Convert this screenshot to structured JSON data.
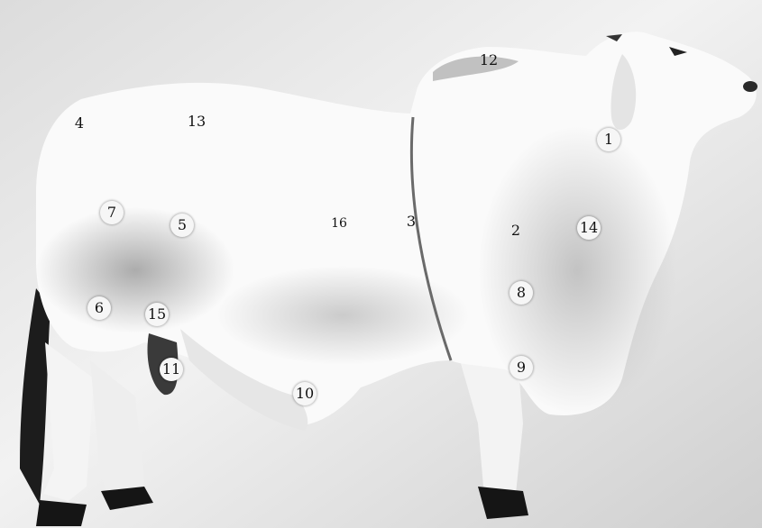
{
  "markers": [
    {
      "label": "1",
      "circled": true
    },
    {
      "label": "2",
      "circled": false
    },
    {
      "label": "3",
      "circled": false
    },
    {
      "label": "4",
      "circled": false
    },
    {
      "label": "5",
      "circled": true
    },
    {
      "label": "6",
      "circled": true
    },
    {
      "label": "7",
      "circled": true
    },
    {
      "label": "8",
      "circled": true
    },
    {
      "label": "9",
      "circled": true
    },
    {
      "label": "10",
      "circled": true
    },
    {
      "label": "11",
      "circled": true
    },
    {
      "label": "12",
      "circled": false
    },
    {
      "label": "13",
      "circled": false
    },
    {
      "label": "14",
      "circled": true
    },
    {
      "label": "15",
      "circled": true
    },
    {
      "label": "16",
      "circled": false
    }
  ]
}
